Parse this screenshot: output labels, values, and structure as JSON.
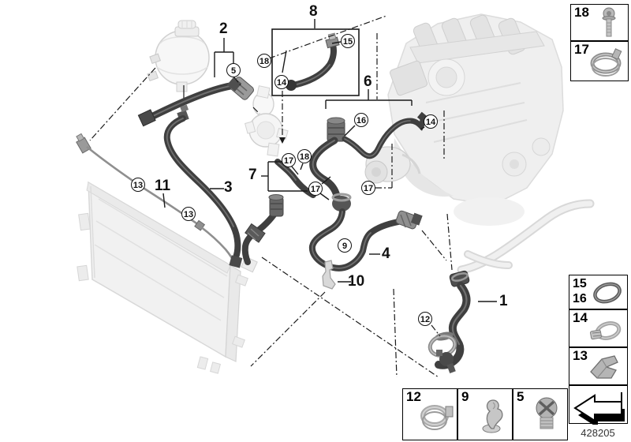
{
  "part_number": "428205",
  "labels": {
    "l1": "1",
    "l2": "2",
    "l3": "3",
    "l4": "4",
    "l6": "6",
    "l7": "7",
    "l8": "8",
    "l10": "10",
    "l11": "11"
  },
  "callouts": {
    "c5": "5",
    "c9": "9",
    "c12": "12",
    "c13a": "13",
    "c13b": "13",
    "c14a": "14",
    "c14b": "14",
    "c15": "15",
    "c16": "16",
    "c17a": "17",
    "c17b": "17",
    "c17c": "17",
    "c18a": "18",
    "c18b": "18"
  },
  "legend": {
    "top_right": [
      {
        "num": "18",
        "icon": "flange-bolt"
      },
      {
        "num": "17",
        "icon": "band-clamp"
      }
    ],
    "right": [
      {
        "num_a": "15",
        "num_b": "16",
        "icon": "o-ring"
      },
      {
        "num": "14",
        "icon": "worm-clamp"
      },
      {
        "num": "13",
        "icon": "spring-clip"
      },
      {
        "icon": "continuation-arrow"
      }
    ],
    "bottom": [
      {
        "num": "12",
        "icon": "hose-clamp-ring"
      },
      {
        "num": "9",
        "icon": "cable-clip"
      },
      {
        "num": "5",
        "icon": "screw-plug"
      }
    ]
  },
  "colors": {
    "hose": "#3f3f3f",
    "line": "#1a1a1a",
    "faint": "#ededed"
  }
}
